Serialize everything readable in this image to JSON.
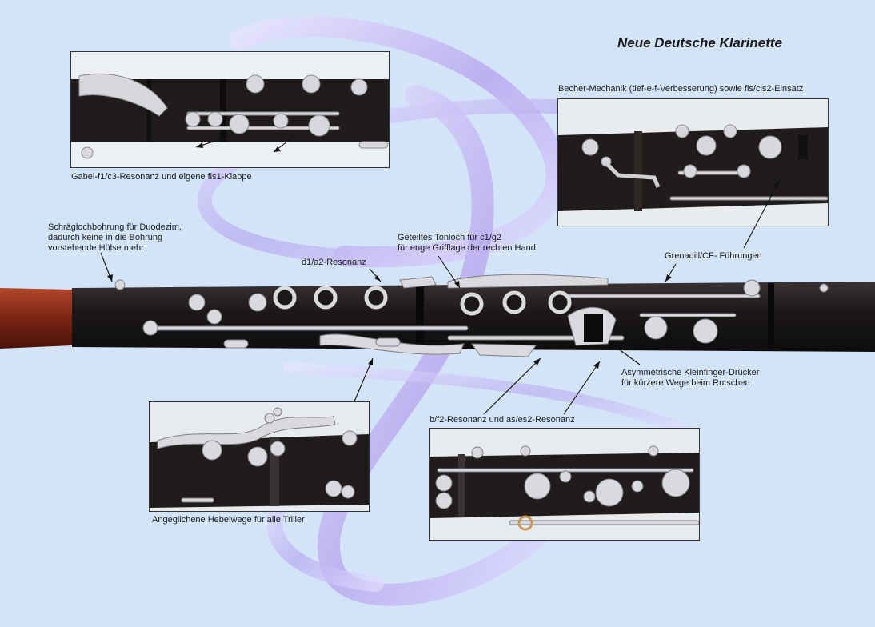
{
  "title": "Neue Deutsche Klarinette",
  "labels": {
    "gabel": "Gabel-f1/c3-Resonanz und eigene fis1-Klappe",
    "becher": "Becher-Mechanik (tief-e-f-Verbesserung) sowie fis/cis2-Einsatz",
    "schraeg_line1": "Schräglochbohrung für Duodezim,",
    "schraeg_line2": "dadurch keine in die Bohrung",
    "schraeg_line3": "vorstehende Hülse mehr",
    "d1a2": "d1/a2-Resonanz",
    "tonloch_line1": "Geteiltes Tonloch für c1/g2",
    "tonloch_line2": "für enge Grifflage der rechten Hand",
    "grenadill": "Grenadill/CF- Führungen",
    "asym_line1": "Asymmetrische Kleinfinger-Drücker",
    "asym_line2": "für kürzere Wege beim Rutschen",
    "bf2": "b/f2-Resonanz und as/es2-Resonanz",
    "hebel": "Angeglichene Hebelwege für alle Triller"
  },
  "colors": {
    "background": "#d3e4f9",
    "swirl": "#c3b4f0",
    "wood": "#1e1a1a",
    "silver": "#d8d8dc",
    "barrel": "#8a2a18"
  },
  "icons": [
    "clarinet-body",
    "photo-inset",
    "arrow-pointer"
  ]
}
